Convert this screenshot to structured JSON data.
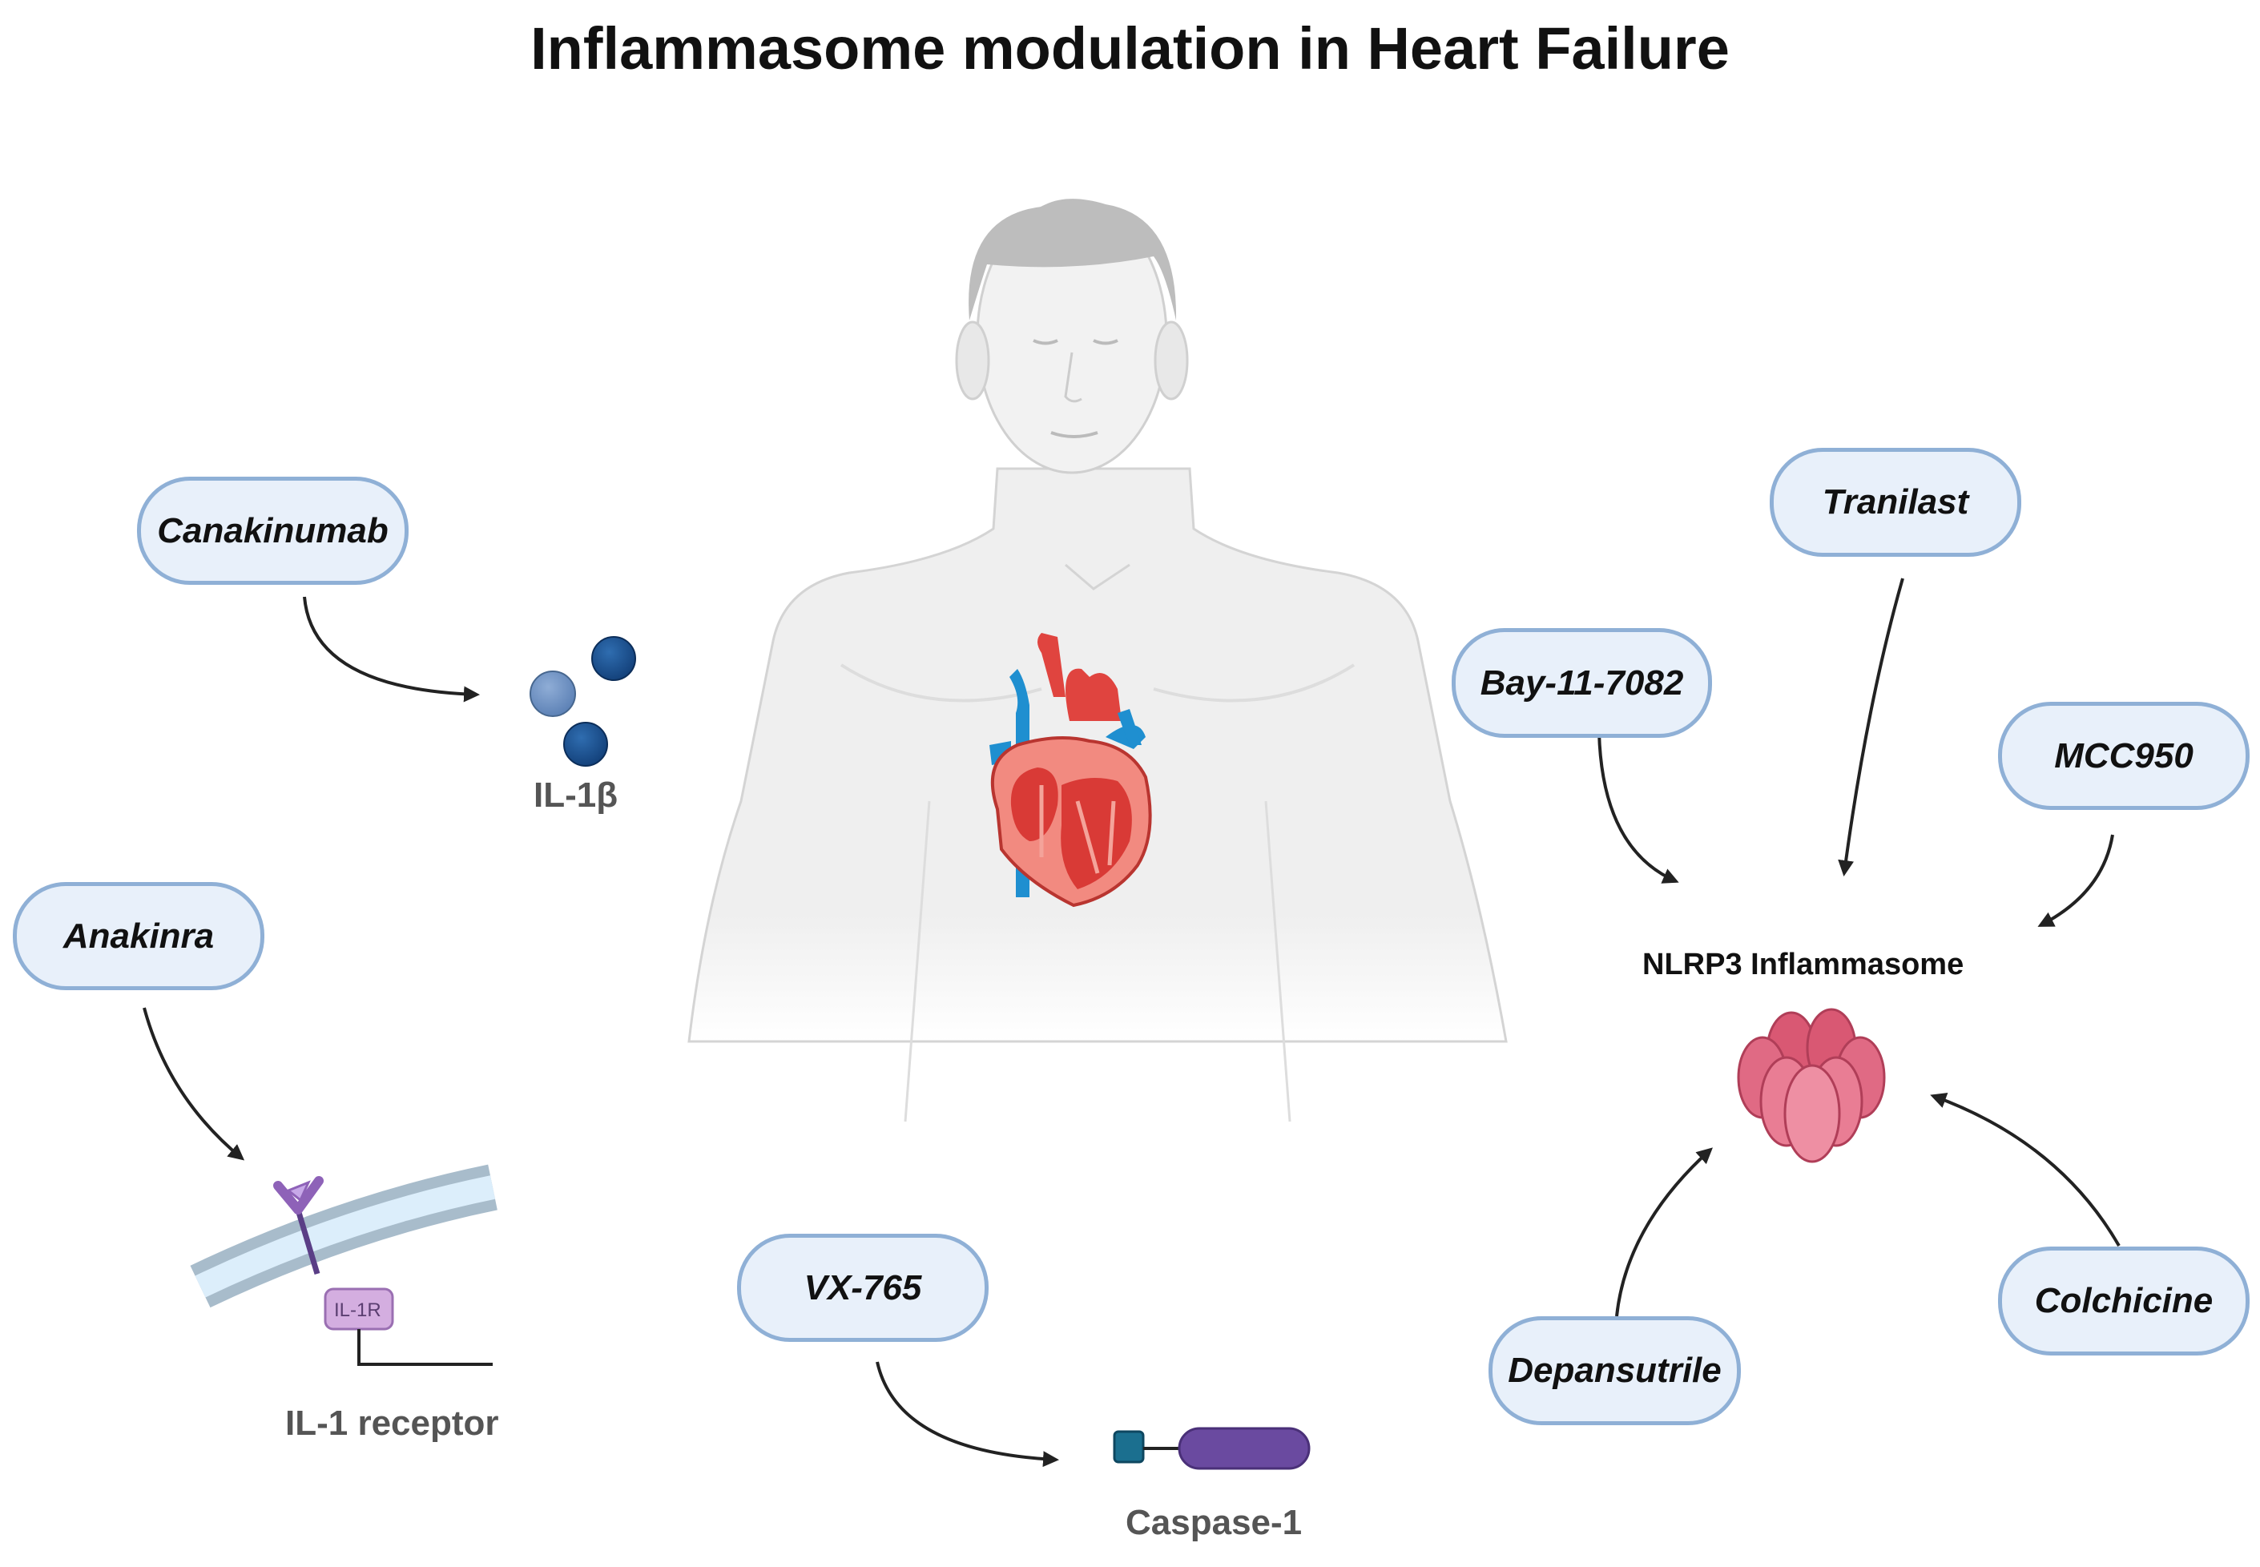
{
  "title": "Inflammasome modulation in Heart Failure",
  "drugs": {
    "canakinumab": "Canakinumab",
    "anakinra": "Anakinra",
    "vx765": "VX-765",
    "tranilast": "Tranilast",
    "bay": "Bay-11-7082",
    "mcc950": "MCC950",
    "depansutrile": "Depansutrile",
    "colchicine": "Colchicine"
  },
  "targets": {
    "il1b": "IL-1β",
    "il1_receptor": "IL-1 receptor",
    "il1r_tag": "IL-1R",
    "caspase1": "Caspase-1",
    "nlrp3": "NLRP3 Inflammasome"
  },
  "colors": {
    "pill_fill": "#e8f0fa",
    "pill_border": "#8fb0d6",
    "arrow": "#222222",
    "body_fill": "#efefef",
    "heart_red": "#e0443f",
    "vessel_blue": "#1f8fd0",
    "il1b_dark": "#174f8f",
    "il1b_light": "#6b8fc2",
    "receptor_purple": "#8e62b8",
    "caspase_purple": "#6a4aa0",
    "caspase_teal": "#1b6f8f",
    "nlrp3_pink": "#e06a84"
  }
}
